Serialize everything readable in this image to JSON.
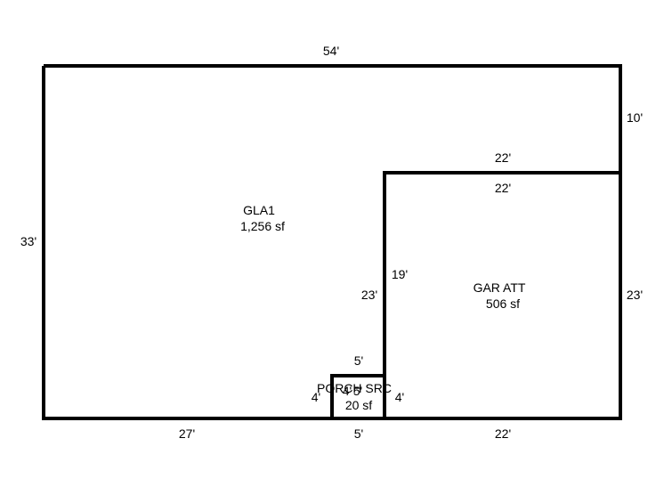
{
  "sketch": {
    "outer_dims": {
      "top": "54'",
      "left": "33'",
      "right_upper": "10'",
      "right_lower": "23'",
      "bottom_left": "27'",
      "bottom_middle": "5'",
      "bottom_right": "22'"
    },
    "gla": {
      "name": "GLA1",
      "area": "1,256 sf"
    },
    "garage": {
      "name": "GAR ATT",
      "area": "506 sf",
      "top_outer": "22'",
      "top_inner": "22'",
      "left_inner": "19'",
      "left_outer": "23'"
    },
    "porch": {
      "name": "PORCH SRC",
      "area": "20 sf",
      "top": "5'",
      "left_outer": "4'",
      "left_inner": "4'",
      "middle": "5'",
      "right": "4'"
    }
  }
}
